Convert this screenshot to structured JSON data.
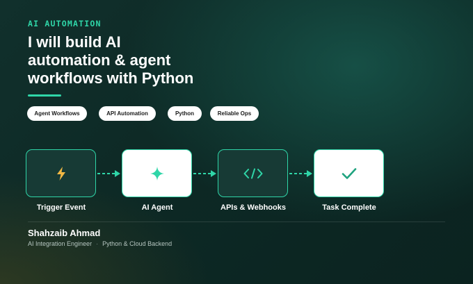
{
  "header": {
    "eyebrow": "AI AUTOMATION",
    "title_lines": [
      "I will build AI",
      "automation & agent",
      "workflows with Python"
    ]
  },
  "tags": [
    "Agent Workflows",
    "API Automation",
    "Python",
    "Reliable Ops"
  ],
  "flow": [
    {
      "label": "Trigger Event",
      "icon": "lightning-bolt-icon",
      "style": "dark"
    },
    {
      "label": "AI Agent",
      "icon": "sparkle-icon",
      "style": "light"
    },
    {
      "label": "APIs & Webhooks",
      "icon": "code-brackets-icon",
      "glyph": "</>",
      "style": "dark"
    },
    {
      "label": "Task Complete",
      "icon": "checkmark-icon",
      "style": "light"
    }
  ],
  "author": {
    "name": "Shahzaib Ahmad",
    "role": "AI Integration Engineer",
    "separator": "·",
    "specialty": "Python & Cloud Backend"
  },
  "colors": {
    "accent": "#2fd6a8",
    "bolt": "#f2b844",
    "background": "#0d2925",
    "chip_bg": "#ffffff",
    "node_dark": "#173a35",
    "node_light": "#ffffff"
  }
}
